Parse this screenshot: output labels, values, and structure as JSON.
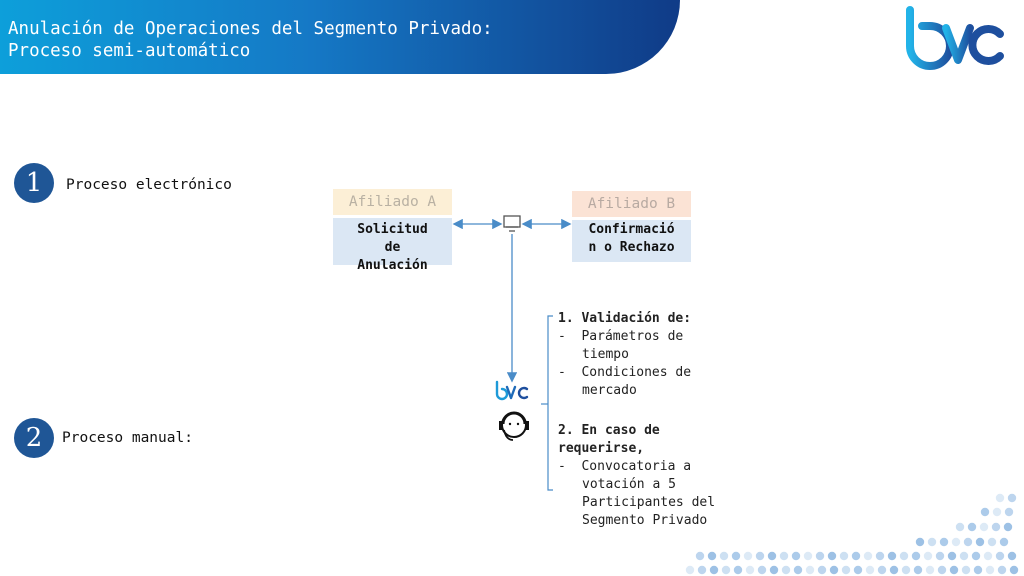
{
  "header": {
    "title_line1": "Anulación de Operaciones del Segmento Privado:",
    "title_line2": "Proceso semi-automático"
  },
  "logo": {
    "text": "bvc",
    "icon": "bvc-logo"
  },
  "steps": [
    {
      "number": "1",
      "label": "Proceso electrónico"
    },
    {
      "number": "2",
      "label": "Proceso manual:"
    }
  ],
  "affiliate_a": {
    "title": "Afiliado A",
    "body": [
      "Solicitud",
      "de",
      "Anulación"
    ]
  },
  "affiliate_b": {
    "title": "Afiliado B",
    "body": [
      "Confirmació",
      "n o Rechazo"
    ]
  },
  "icons": {
    "computer": "computer-icon",
    "operator": "operator-headset-icon",
    "bvc_small": "bvc-small-logo"
  },
  "validation": {
    "heading": "1. Validación de:",
    "items": [
      "Parámetros de",
      "tiempo",
      "Condiciones de",
      "mercado"
    ]
  },
  "manual": {
    "heading_line1": "2. En caso de",
    "heading_line2": "requerirse,",
    "items": [
      "Convocatoria a",
      "votación a 5",
      "Participantes del",
      "Segmento Privado"
    ]
  },
  "colors": {
    "header_start": "#0d9fda",
    "header_end": "#103b87",
    "circle": "#1f5696",
    "box_body": "#dbe7f4",
    "affiliate_a_head": "#fcefd6",
    "affiliate_b_head": "#fbe3d5",
    "arrow": "#4a8cc8"
  }
}
